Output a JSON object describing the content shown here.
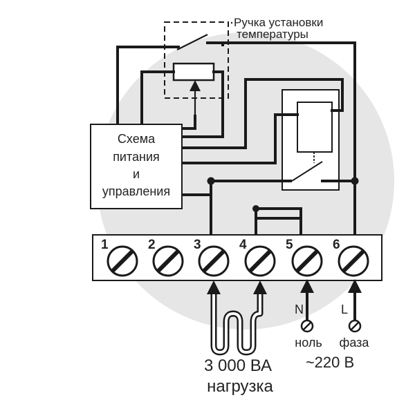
{
  "knob_label_line1": "Ручка установки",
  "knob_label_line2": "температуры",
  "control_box": {
    "line1": "Схема",
    "line2": "питания",
    "line3": "и",
    "line4": "управления"
  },
  "terminals": [
    "1",
    "2",
    "3",
    "4",
    "5",
    "6"
  ],
  "neutral": {
    "letter": "N",
    "name": "ноль"
  },
  "phase": {
    "letter": "L",
    "name": "фаза"
  },
  "voltage": "~220 В",
  "load": {
    "power": "3 000 ВА",
    "name": "нагрузка"
  },
  "colors": {
    "background_circle": "#e6e6e6",
    "lines": "#1a1a1a",
    "box_fill": "#ffffff"
  }
}
